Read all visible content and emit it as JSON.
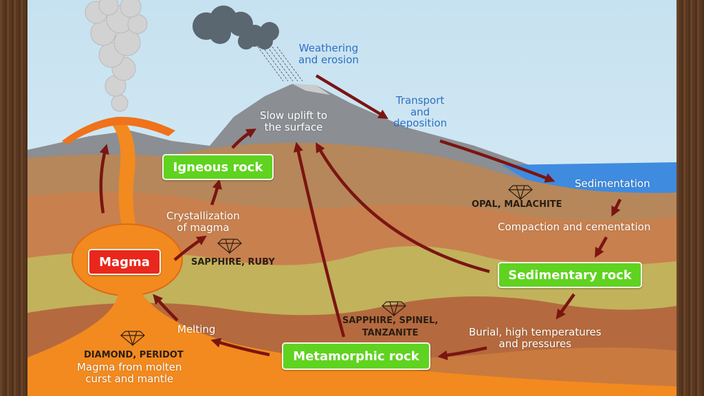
{
  "colors": {
    "sky": "#cfe6f2",
    "sea": "#3f8be0",
    "magma": "#f28a1f",
    "arrow": "#7a1512",
    "rock_box": "#5fd31f",
    "magma_box": "#e9271c",
    "process_text": "#ffffff",
    "surface_text": "#2f6fc4"
  },
  "rock_types": {
    "igneous": "Igneous rock",
    "magma": "Magma",
    "sedimentary": "Sedimentary rock",
    "metamorphic": "Metamorphic rock"
  },
  "processes": {
    "weathering": [
      "Weathering",
      "and erosion"
    ],
    "transport": [
      "Transport",
      "and",
      "deposition"
    ],
    "uplift": [
      "Slow uplift to",
      "the surface"
    ],
    "sedimentation": "Sedimentation",
    "compaction": "Compaction and cementation",
    "crystallization": [
      "Crystallization",
      "of magma"
    ],
    "burial": [
      "Burial, high temperatures",
      "and pressures"
    ],
    "melting": "Melting",
    "magma_source": [
      "Magma from molten",
      "curst and mantle"
    ]
  },
  "gems": {
    "opal": "OPAL, MALACHITE",
    "sapphire_ruby": "SAPPHIRE, RUBY",
    "spinel": [
      "SAPPHIRE, SPINEL,",
      "TANZANITE"
    ],
    "diamond": "DIAMOND, PERIDOT"
  },
  "icons": [
    "volcano-smoke",
    "rain-cloud-icon",
    "gem-icon"
  ]
}
